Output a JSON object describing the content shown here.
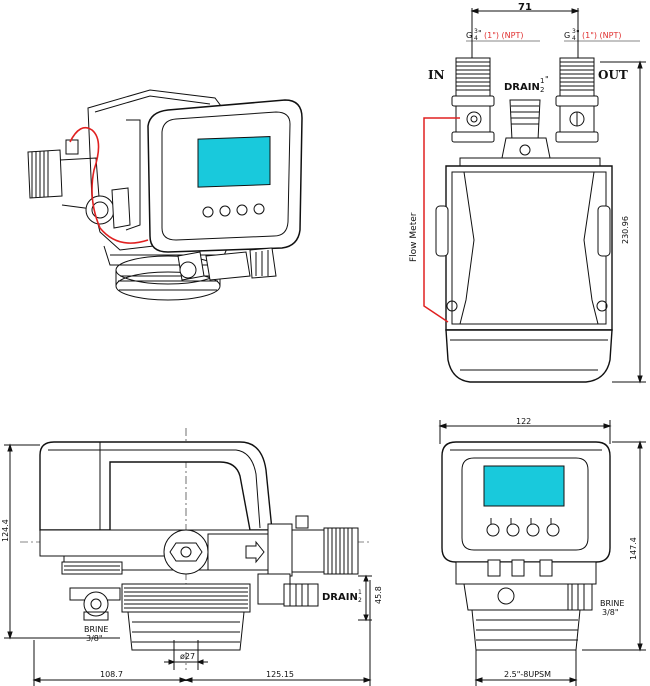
{
  "colors": {
    "screen": "#19c9dc",
    "flow_line": "#e02020",
    "outline": "#111111",
    "thread_label": "#e03030"
  },
  "top_right": {
    "width_dim": "71",
    "in_label": "IN",
    "out_label": "OUT",
    "drain_label": "DRAIN",
    "drain_size_num": "1",
    "drain_size_den": "2",
    "drain_size_unit": "\"",
    "thread_left_g": "G",
    "thread_left_suffix": "\"",
    "thread_left_red": "(1\") (NPT)",
    "thread_right_g": "G",
    "thread_right_suffix": "\"",
    "thread_right_red": "(1\") (NPT)",
    "frac_num": "3",
    "frac_den": "4",
    "flow_meter": "Flow Meter",
    "height_dim": "230.96"
  },
  "bottom_left": {
    "height_dim": "124.4",
    "brine_label": "BRINE",
    "brine_size": "3/8\"",
    "drain_label": "DRAIN",
    "drain_frac_num": "1",
    "drain_frac_den": "2",
    "side_dim": "45.8",
    "bore_dim": "ø27",
    "left_dim": "108.7",
    "right_dim": "125.15"
  },
  "bottom_right": {
    "width_dim": "122",
    "height_dim": "147.4",
    "brine_label": "BRINE",
    "brine_size": "3/8\"",
    "base_dim": "2.5\"-8UPSM"
  }
}
